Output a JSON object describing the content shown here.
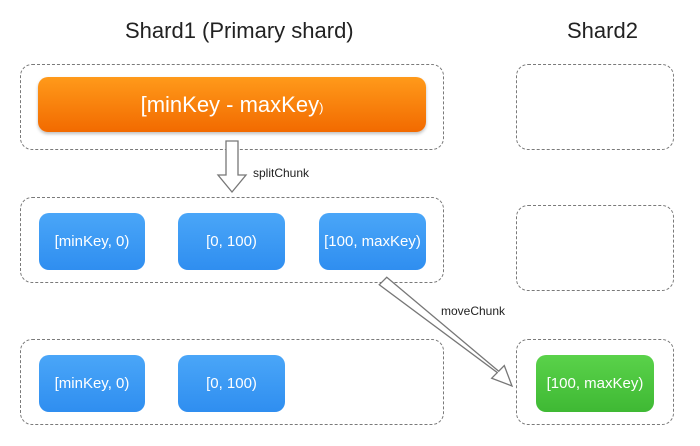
{
  "titles": {
    "shard1": "Shard1 (Primary shard)",
    "shard2": "Shard2"
  },
  "row1": {
    "full_range": "[minKey - maxKey",
    "closing": ")"
  },
  "row2": {
    "chunks": [
      "[minKey, 0)",
      "[0, 100)",
      "[100, maxKey)"
    ]
  },
  "row3": {
    "chunks": [
      "[minKey, 0)",
      "[0, 100)"
    ],
    "moved_chunk": "[100, maxKey)"
  },
  "labels": {
    "split": "splitChunk",
    "move": "moveChunk"
  },
  "colors": {
    "chunk": "#3b9af5",
    "full_chunk": "#f57c00",
    "moved_chunk": "#4cc63f",
    "border": "#7a7a7a"
  }
}
